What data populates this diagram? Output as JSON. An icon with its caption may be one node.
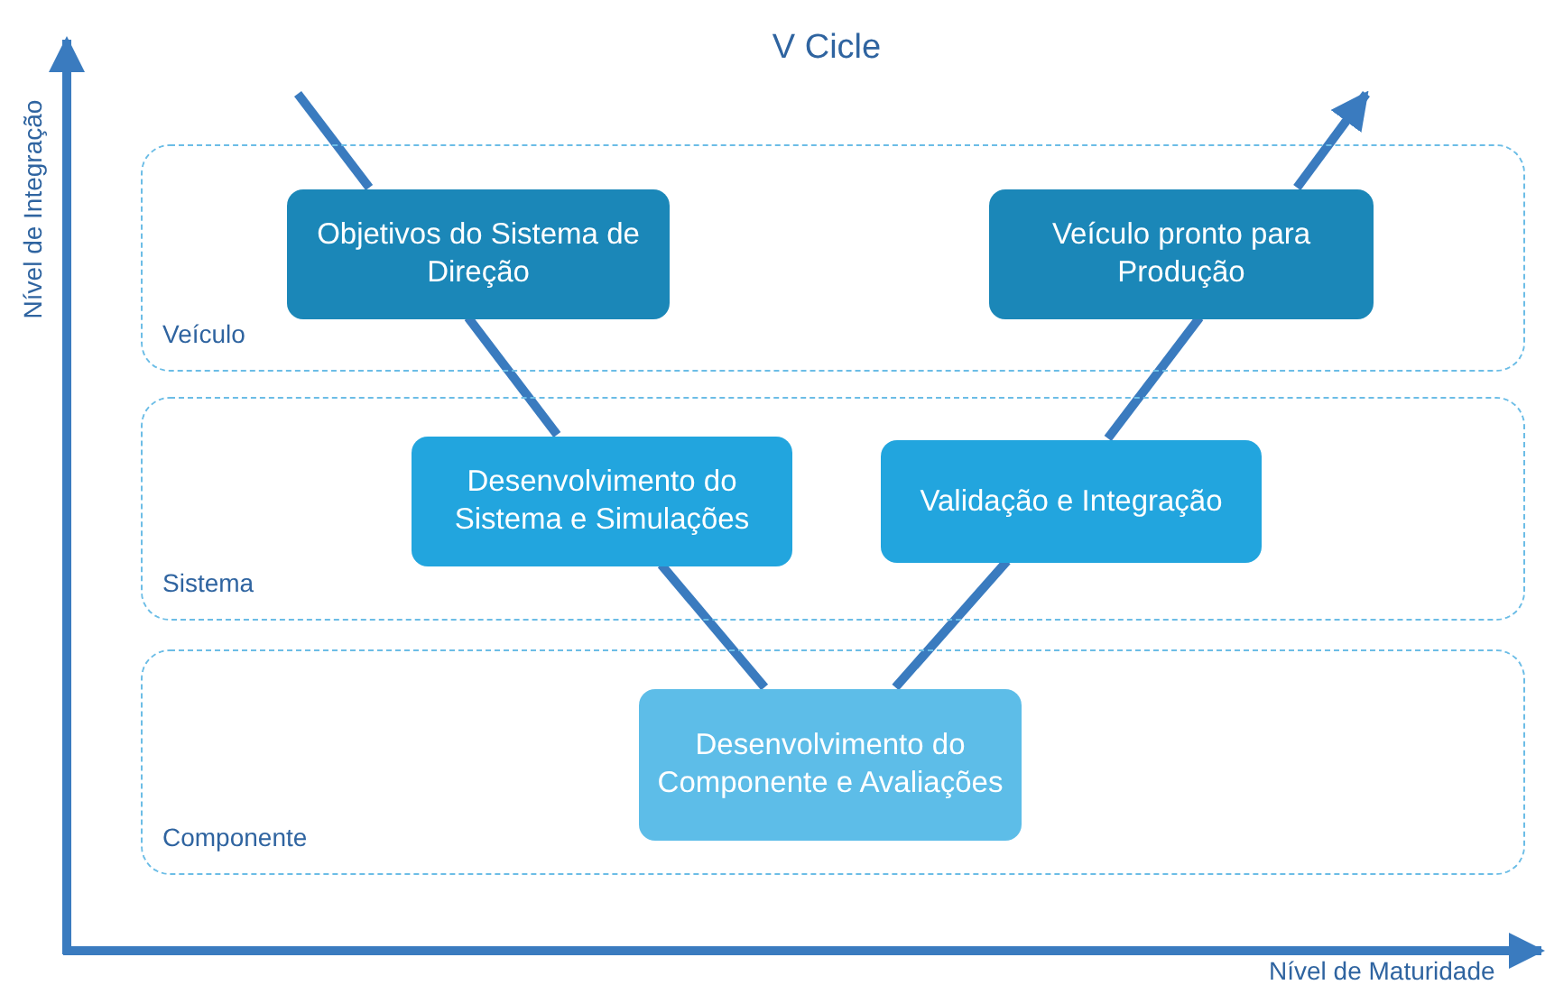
{
  "diagram": {
    "title": "V Cicle",
    "nodes": [
      {
        "text": [
          "Veículo"
        ]
      },
      {
        "text": [
          "Objetivos do Sistema de Direção"
        ],
        "in": 0
      },
      {
        "text": [
          "Veículo pronto para Produção"
        ],
        "in": 0
      },
      {
        "text": [
          "Sistema"
        ]
      },
      {
        "text": [
          "Desenvolvimento do Sistema e Simulações"
        ],
        "in": 3
      },
      {
        "text": [
          "Validação e Integração"
        ],
        "in": 3
      },
      {
        "text": [
          "Componente"
        ]
      },
      {
        "text": [
          "Desenvolvimento do Componente e Avaliações"
        ],
        "in": 6
      }
    ],
    "edges": [
      {
        "from": null,
        "to": 1,
        "arrow": "none"
      },
      {
        "from": 1,
        "to": 4,
        "arrow": "none"
      },
      {
        "from": 4,
        "to": 7,
        "arrow": "none"
      },
      {
        "from": 7,
        "to": 5,
        "arrow": "none"
      },
      {
        "from": 5,
        "to": 2,
        "arrow": "none"
      },
      {
        "from": 2,
        "to": null,
        "arrow": "to"
      }
    ],
    "labels": [
      "Nível de Integração",
      "Nível de Maturidade"
    ]
  }
}
